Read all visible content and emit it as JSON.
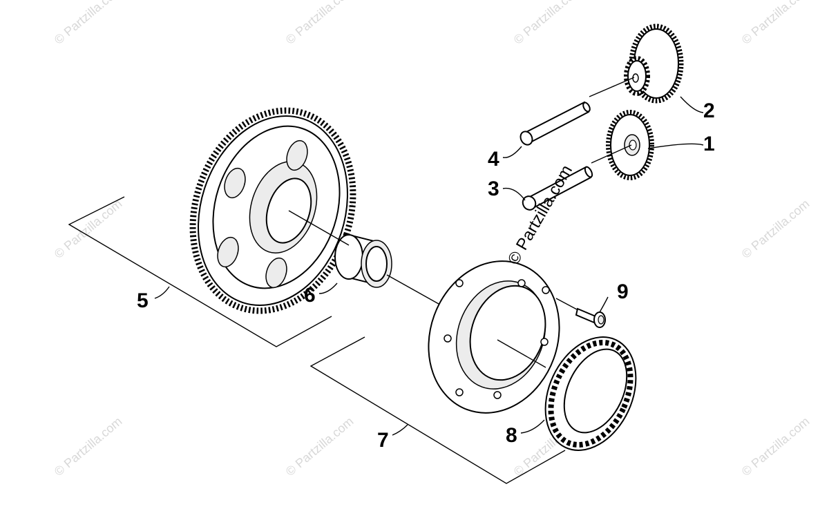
{
  "watermark": {
    "text": "© Partzilla.com",
    "center_text": "© Partzilla.com"
  },
  "callouts": {
    "c1": "1",
    "c2": "2",
    "c3": "3",
    "c4": "4",
    "c5": "5",
    "c6": "6",
    "c7": "7",
    "c8": "8",
    "c9": "9"
  },
  "parts": [
    {
      "id": "1",
      "name": "gear-small",
      "icon": "gear-icon"
    },
    {
      "id": "2",
      "name": "gear-double",
      "icon": "gear-icon"
    },
    {
      "id": "3",
      "name": "pin-lower",
      "icon": "pin-icon"
    },
    {
      "id": "4",
      "name": "pin-upper",
      "icon": "pin-icon"
    },
    {
      "id": "5",
      "name": "gear-large",
      "icon": "gear-icon"
    },
    {
      "id": "6",
      "name": "needle-bearing",
      "icon": "bearing-icon"
    },
    {
      "id": "7",
      "name": "clutch-housing",
      "icon": "housing-icon"
    },
    {
      "id": "8",
      "name": "one-way-clutch",
      "icon": "clutch-icon"
    },
    {
      "id": "9",
      "name": "bolt",
      "icon": "bolt-icon"
    }
  ]
}
